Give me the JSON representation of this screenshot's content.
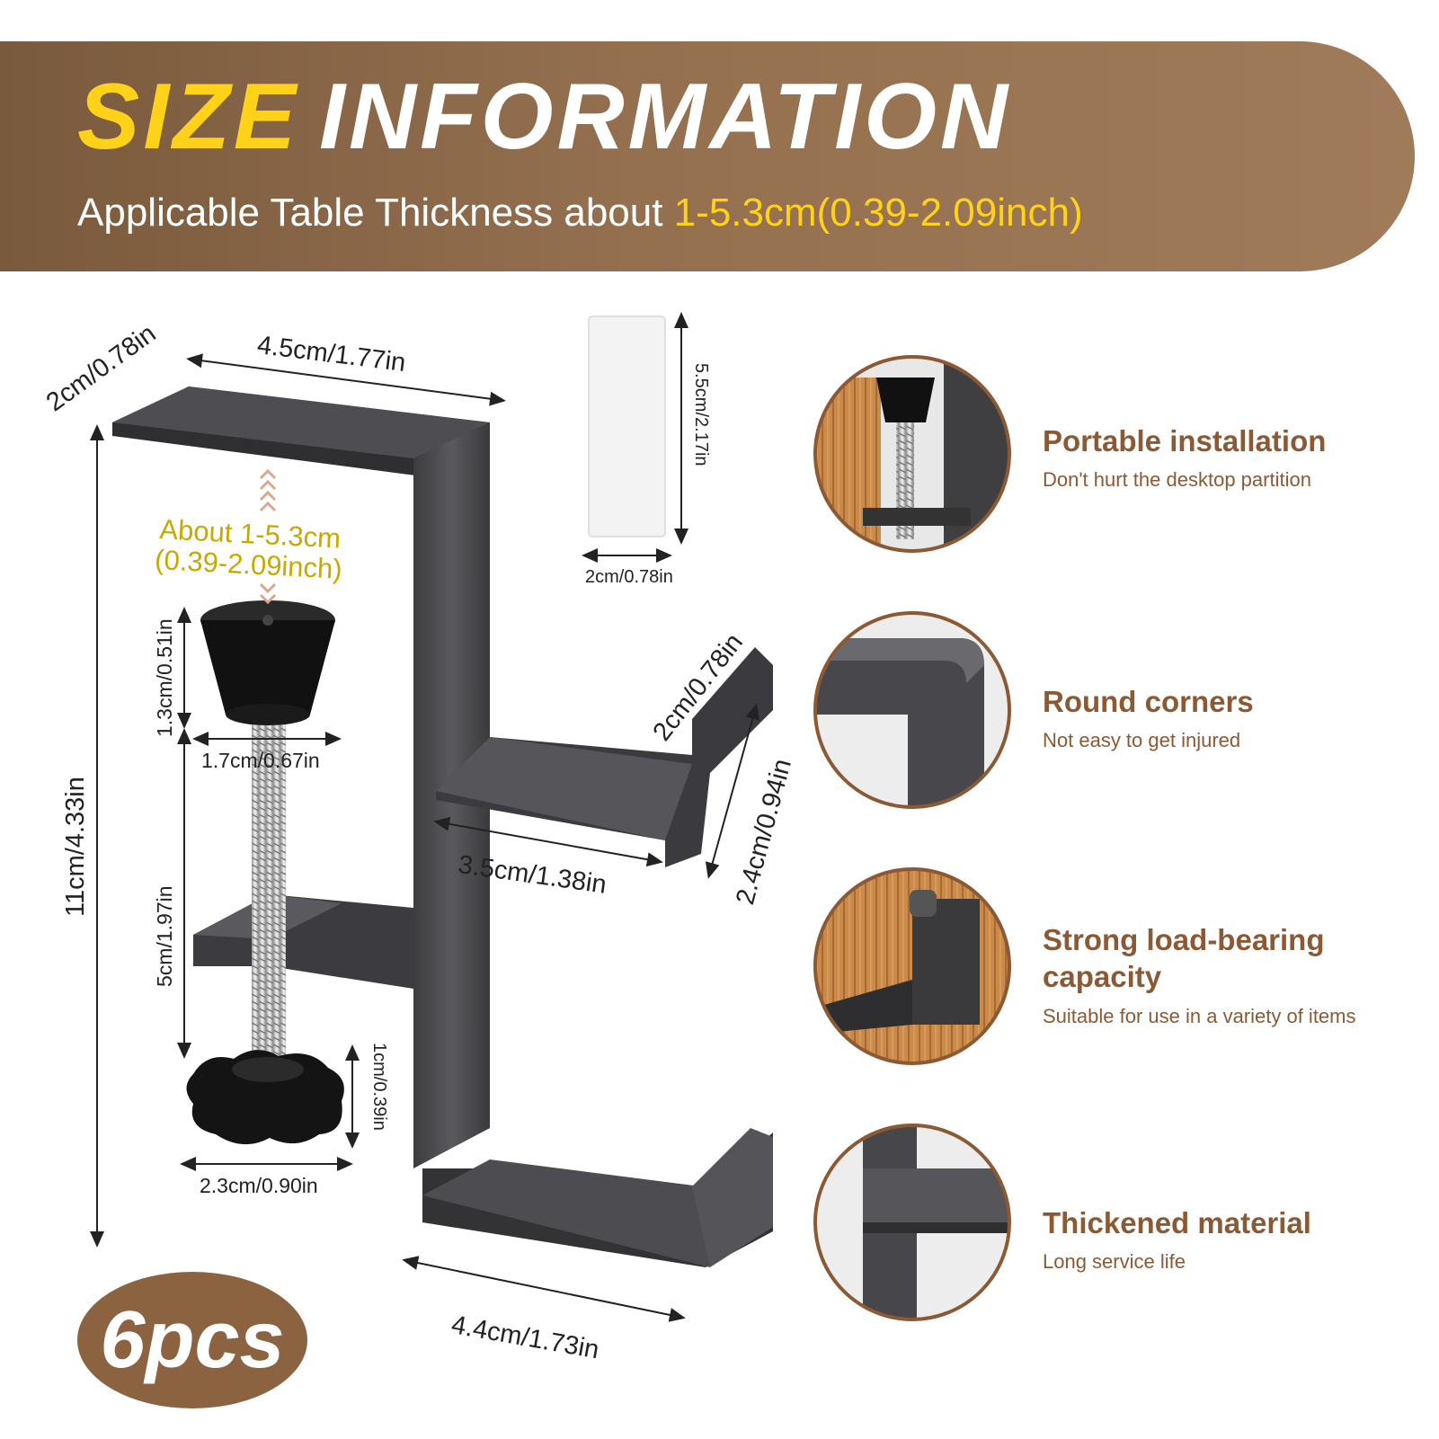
{
  "header": {
    "title_word1": "SIZE",
    "title_word2": "INFORMATION",
    "subtitle_prefix": "Applicable Table Thickness about ",
    "subtitle_highlight": "1-5.3cm(0.39-2.09inch)"
  },
  "dimensions": {
    "top_depth": "2cm/0.78in",
    "top_width": "4.5cm/1.77in",
    "total_height": "11cm/4.33in",
    "clamp_range_line1": "About 1-5.3cm",
    "clamp_range_line2": "(0.39-2.09inch)",
    "pad_height": "1.3cm/0.51in",
    "pad_width": "1.7cm/0.67in",
    "screw_length": "5cm/1.97in",
    "knob_height": "1cm/0.39in",
    "knob_width": "2.3cm/0.90in",
    "strip_height": "5.5cm/2.17in",
    "strip_width": "2cm/0.78in",
    "mid_hook_depth": "2cm/0.78in",
    "mid_hook_height": "2.4cm/0.94in",
    "mid_hook_length": "3.5cm/1.38in",
    "bottom_hook_length": "4.4cm/1.73in"
  },
  "features": [
    {
      "title": "Portable installation",
      "desc": "Don't hurt the desktop partition",
      "icon": "installation-closeup-icon"
    },
    {
      "title": "Round corners",
      "desc": "Not easy to get injured",
      "icon": "corner-closeup-icon"
    },
    {
      "title": "Strong load-bearing\ncapacity",
      "desc": "Suitable for use in a variety of items",
      "icon": "hook-closeup-icon"
    },
    {
      "title": "Thickened material",
      "desc": "Long service life",
      "icon": "material-closeup-icon"
    }
  ],
  "badge": "6pcs",
  "colors": {
    "banner": "#94704f",
    "highlight": "#ffd21a",
    "feature_text": "#8b5a35",
    "metal": "#4a4a4d",
    "wood": "#c98a4a"
  }
}
